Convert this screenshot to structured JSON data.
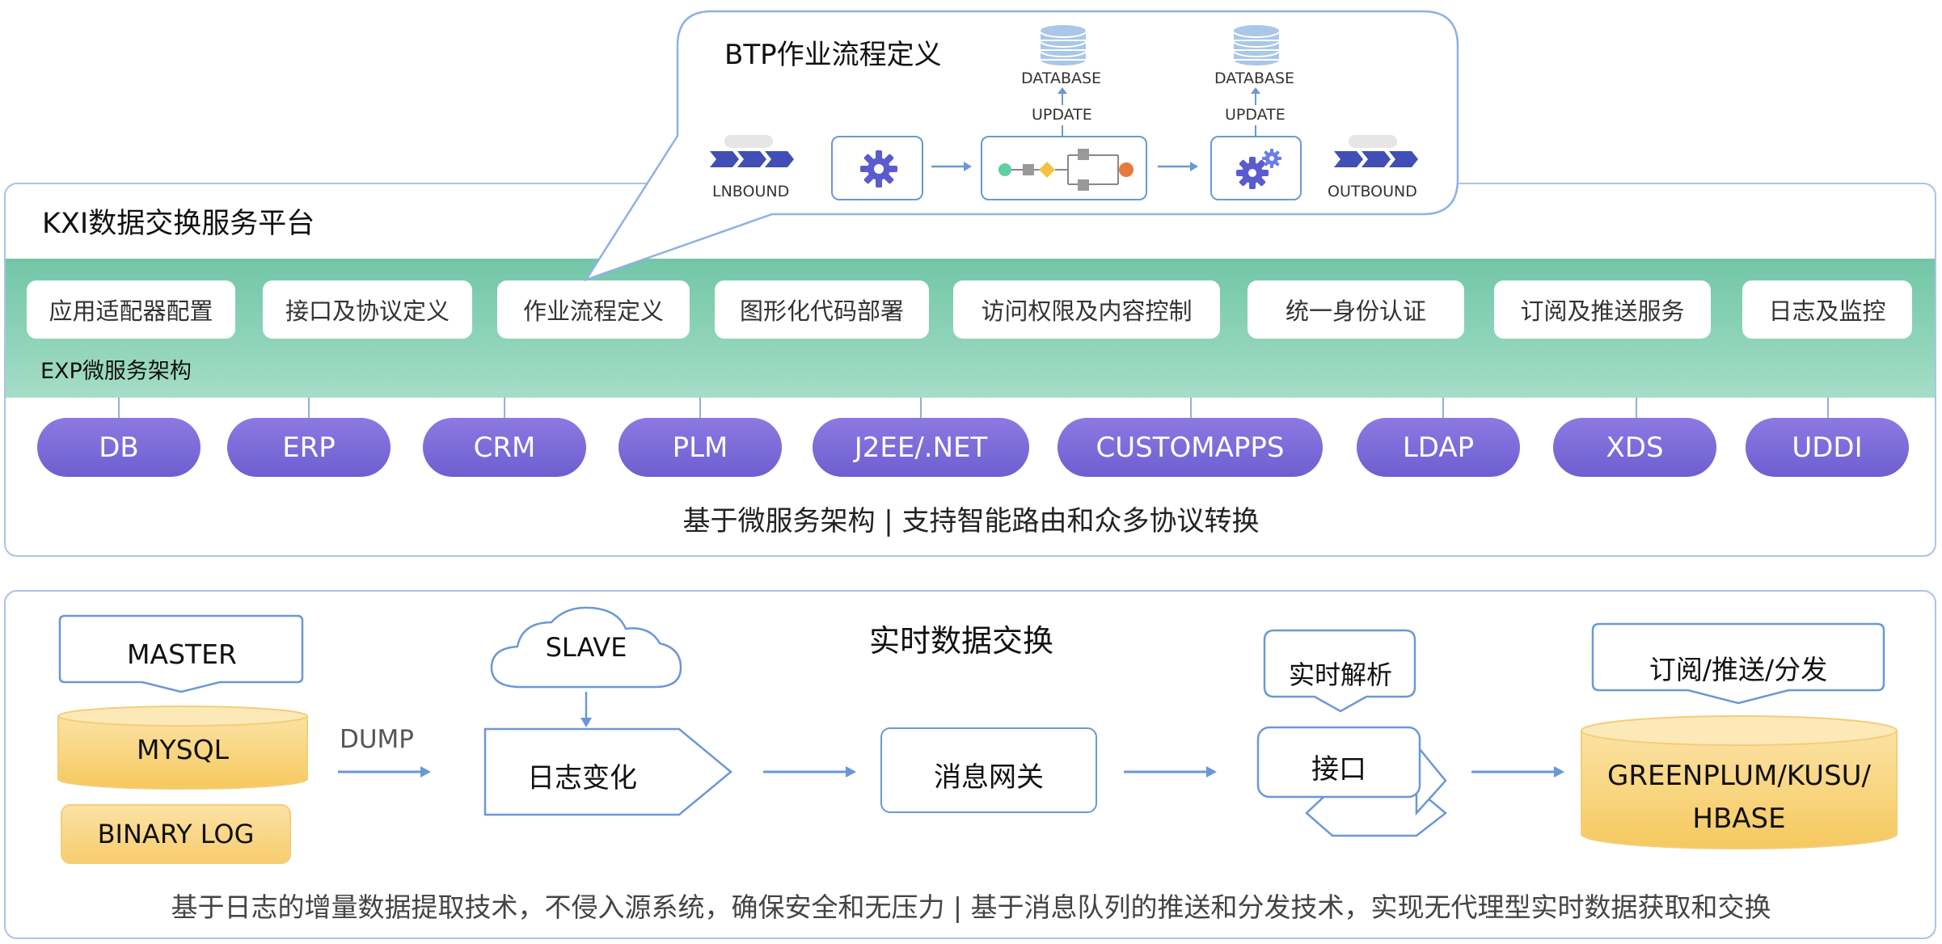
{
  "platform": {
    "title": "KXI数据交换服务平台",
    "modules": [
      "应用适配器配置",
      "接口及协议定义",
      "作业流程定义",
      "图形化代码部署",
      "访问权限及内容控制",
      "统一身份认证",
      "订阅及推送服务",
      "日志及监控"
    ],
    "architecture_label": "EXP微服务架构",
    "systems": [
      "DB",
      "ERP",
      "CRM",
      "PLM",
      "J2EE/.NET",
      "CUSTOMAPPS",
      "LDAP",
      "XDS",
      "UDDI"
    ],
    "footer": "基于微服务架构  |  支持智能路由和众多协议转换"
  },
  "btp": {
    "title": "BTP作业流程定义",
    "inbound_label": "LNBOUND",
    "outbound_label": "OUTBOUND",
    "database_label": "DATABASE",
    "update_label": "UPDATE"
  },
  "realtime": {
    "title": "实时数据交换",
    "master": "MASTER",
    "mysql": "MYSQL",
    "binary_log": "BINARY LOG",
    "dump": "DUMP",
    "slave": "SLAVE",
    "log_change": "日志变化",
    "message_gateway": "消息网关",
    "realtime_parse": "实时解析",
    "interface": "接口",
    "subscribe": "订阅/推送/分发",
    "target_db_line1": "GREENPLUM/KUSU/",
    "target_db_line2": "HBASE",
    "footer": "基于日志的增量数据提取技术，不侵入源系统，确保安全和无压力  |  基于消息队列的推送和分发技术，实现无代理型实时数据获取和交换"
  },
  "colors": {
    "panel_border": "#aac4e6",
    "green_band": "#7ccbad",
    "system_pill": "#7b6bd8",
    "box_border": "#6a98d6",
    "database_fill": "#f7cd6f",
    "gear": "#5b5bd0"
  }
}
